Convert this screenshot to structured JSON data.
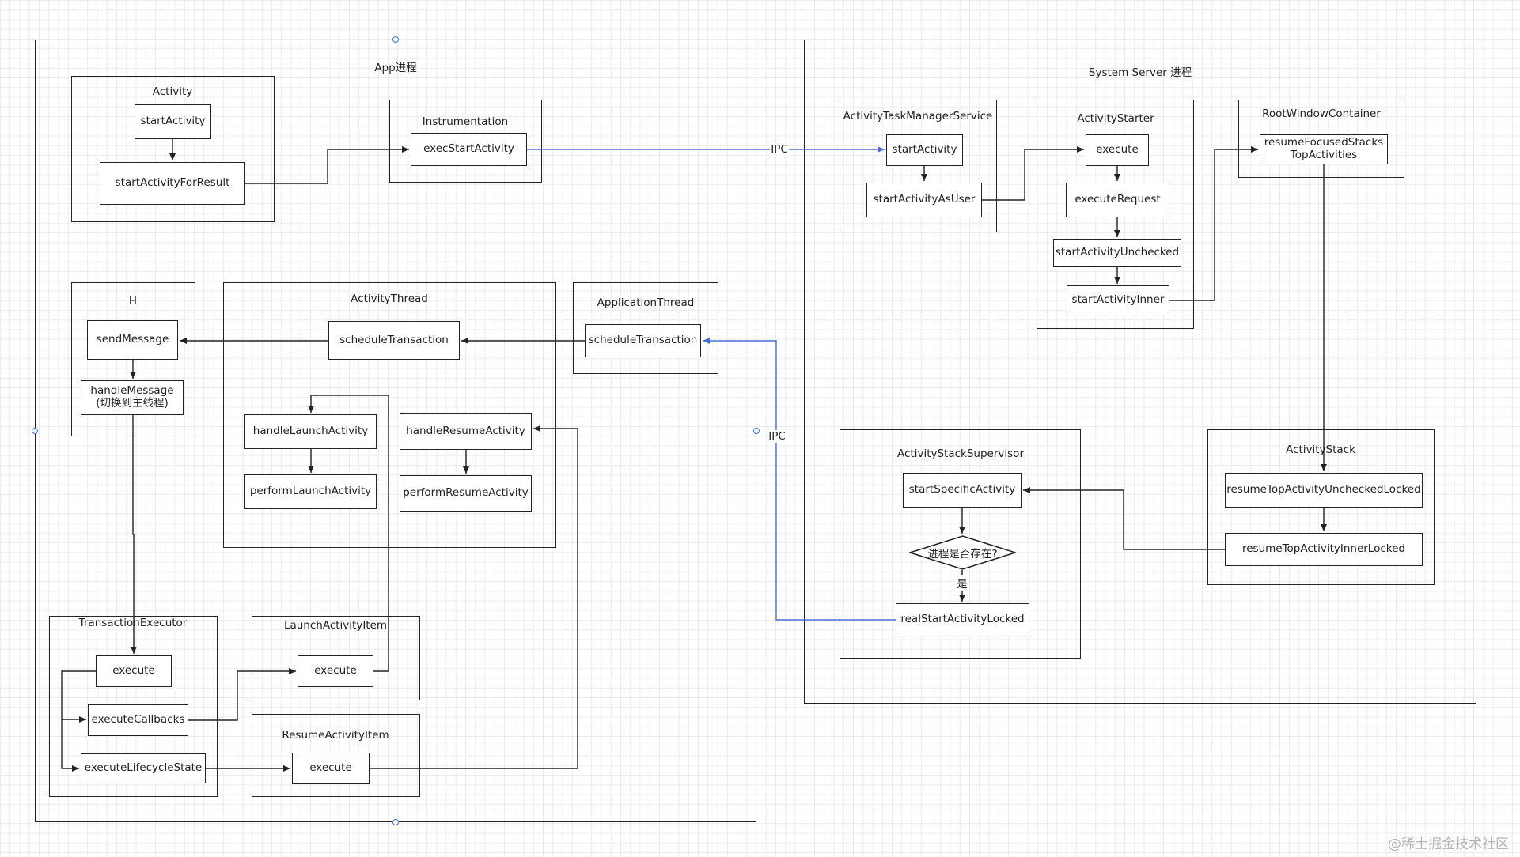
{
  "colors": {
    "ipc_edge": "#4a6fd4",
    "edge": "#222222"
  },
  "app_process": {
    "title": "App进程"
  },
  "system_process": {
    "title": "System Server 进程"
  },
  "activity": {
    "title": "Activity",
    "start_activity": "startActivity",
    "start_activity_for_result": "startActivityForResult"
  },
  "instrumentation": {
    "title": "Instrumentation",
    "exec_start_activity": "execStartActivity"
  },
  "h": {
    "title": "H",
    "send_message": "sendMessage",
    "handle_message": "handleMessage\n(切换到主线程)"
  },
  "activity_thread": {
    "title": "ActivityThread",
    "schedule_transaction": "scheduleTransaction",
    "handle_launch_activity": "handleLaunchActivity",
    "perform_launch_activity": "performLaunchActivity",
    "handle_resume_activity": "handleResumeActivity",
    "perform_resume_activity": "performResumeActivity"
  },
  "application_thread": {
    "title": "ApplicationThread",
    "schedule_transaction": "scheduleTransaction"
  },
  "transaction_executor": {
    "title": "TransactionExecutor",
    "execute": "execute",
    "execute_callbacks": "executeCallbacks",
    "execute_lifecycle_state": "executeLifecycleState"
  },
  "launch_activity_item": {
    "title": "LaunchActivityItem",
    "execute": "execute"
  },
  "resume_activity_item": {
    "title": "ResumeActivityItem",
    "execute": "execute"
  },
  "atms": {
    "title": "ActivityTaskManagerService",
    "start_activity": "startActivity",
    "start_activity_as_user": "startActivityAsUser"
  },
  "activity_starter": {
    "title": "ActivityStarter",
    "execute": "execute",
    "execute_request": "executeRequest",
    "start_activity_unchecked": "startActivityUnchecked",
    "start_activity_inner": "startActivityInner"
  },
  "root_window_container": {
    "title": "RootWindowContainer",
    "resume_focused_stacks": "resumeFocusedStacks\nTopActivities"
  },
  "activity_stack": {
    "title": "ActivityStack",
    "resume_top_unchecked": "resumeTopActivityUncheckedLocked",
    "resume_top_inner": "resumeTopActivityInnerLocked"
  },
  "activity_stack_supervisor": {
    "title": "ActivityStackSupervisor",
    "start_specific_activity": "startSpecificActivity",
    "decision": "进程是否存在?",
    "yes_label": "是",
    "real_start_activity_locked": "realStartActivityLocked"
  },
  "ipc_labels": {
    "top": "IPC",
    "middle": "IPC"
  },
  "watermark": "@稀土掘金技术社区"
}
